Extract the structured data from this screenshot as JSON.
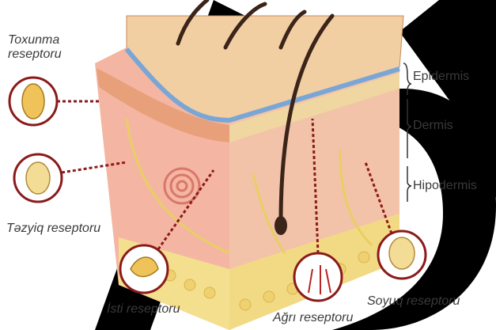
{
  "layers": [
    {
      "name": "Epidermis"
    },
    {
      "name": "Dermis"
    },
    {
      "name": "Hipodermis"
    }
  ],
  "receptors": {
    "touch": {
      "line1": "Toxunma",
      "line2": "reseptoru"
    },
    "pressure": "Təzyiq reseptoru",
    "heat": "İsti reseptoru",
    "pain": "Ağrı reseptoru",
    "cold": "Soyuq reseptoru"
  },
  "colors": {
    "skin_surface": "#f2cfa3",
    "epidermis_band": "#e8a07a",
    "blue_band": "#7aa6d6",
    "dermis": "#f2b7a6",
    "hypodermis_fat": "#f3df8e",
    "hair": "#3b2418",
    "callout_ring": "#8b1a1a",
    "watermark": "#000000"
  }
}
